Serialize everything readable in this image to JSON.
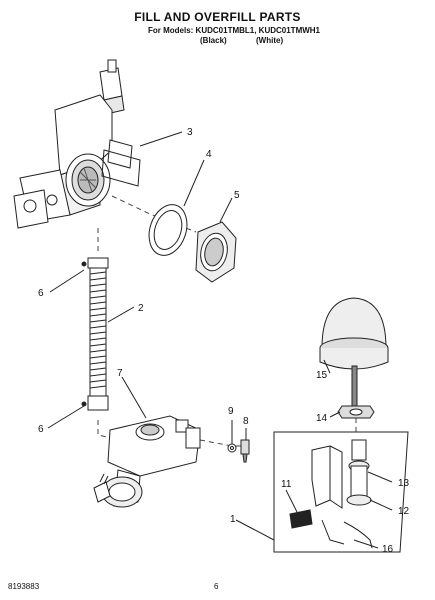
{
  "header": {
    "title": "FILL AND OVERFILL PARTS",
    "models_line": "For Models: KUDC01TMBL1, KUDC01TMWH1",
    "variant_black": "(Black)",
    "variant_white": "(White)"
  },
  "callouts": [
    "1",
    "2",
    "3",
    "4",
    "5",
    "6",
    "6",
    "7",
    "8",
    "9",
    "11",
    "12",
    "13",
    "14",
    "15",
    "16"
  ],
  "footer": {
    "document_number": "8193883",
    "page_number": "6"
  }
}
